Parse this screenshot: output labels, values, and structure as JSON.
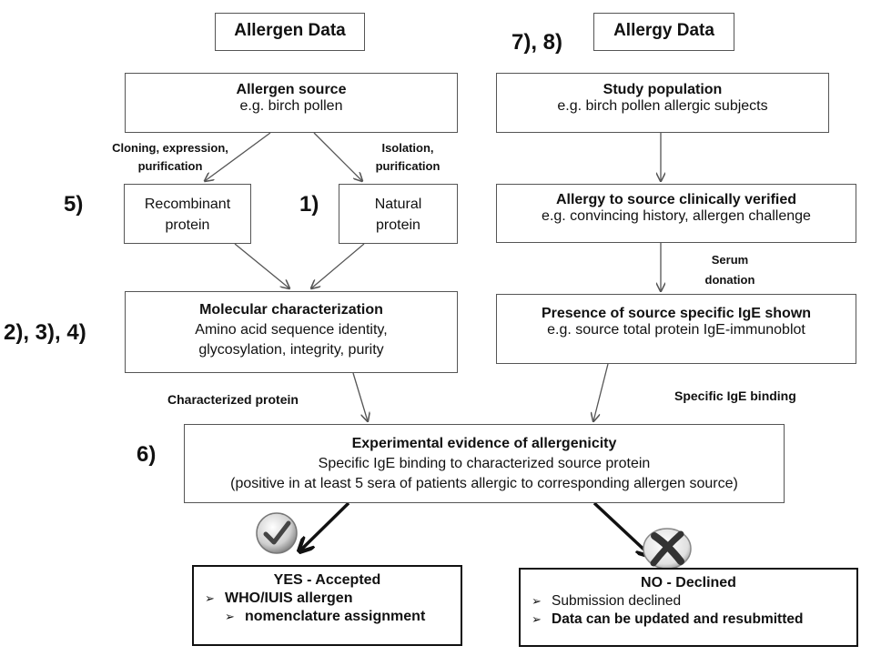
{
  "left_header": "Allergen Data",
  "right_header": "Allergy Data",
  "allergen_source": {
    "title": "Allergen source",
    "example": "e.g. birch pollen"
  },
  "cloning_label": {
    "line1": "Cloning, expression,",
    "line2": "purification"
  },
  "isolation_label": {
    "line1": "Isolation,",
    "line2": "purification"
  },
  "recombinant": {
    "line1": "Recombinant",
    "line2": "protein"
  },
  "natural": {
    "line1": "Natural",
    "line2": "protein"
  },
  "molecular": {
    "title": "Molecular characterization",
    "line1": "Amino acid sequence  identity,",
    "line2": "glycosylation, integrity, purity"
  },
  "characterized_label": "Characterized protein",
  "study_population": {
    "title": "Study population",
    "example": "e.g. birch pollen allergic subjects"
  },
  "clinically_verified": {
    "title": "Allergy to source clinically verified",
    "example": "e.g. convincing history, allergen challenge"
  },
  "serum_label": {
    "line1": "Serum",
    "line2": "donation"
  },
  "ige_shown": {
    "title": "Presence of source specific IgE shown",
    "example": "e.g. source total protein IgE-immunoblot"
  },
  "specific_ige_label": "Specific IgE binding",
  "evidence": {
    "title": "Experimental evidence of allergenicity",
    "line1": "Specific IgE binding to characterized source protein",
    "line2": "(positive in at least 5 sera of patients allergic to corresponding allergen source)"
  },
  "yes_box": {
    "title": "YES - Accepted",
    "items": [
      "WHO/IUIS allergen",
      "nomenclature assignment"
    ]
  },
  "no_box": {
    "title": "NO - Declined",
    "items": [
      "Submission declined",
      "Data can be updated and resubmitted"
    ]
  },
  "numbers": {
    "n5": "5)",
    "n1": "1)",
    "n234": "2), 3), 4)",
    "n78": "7), 8)",
    "n6": "6)"
  },
  "icons": {
    "accepted": "check-mark-icon",
    "declined": "x-mark-icon"
  }
}
